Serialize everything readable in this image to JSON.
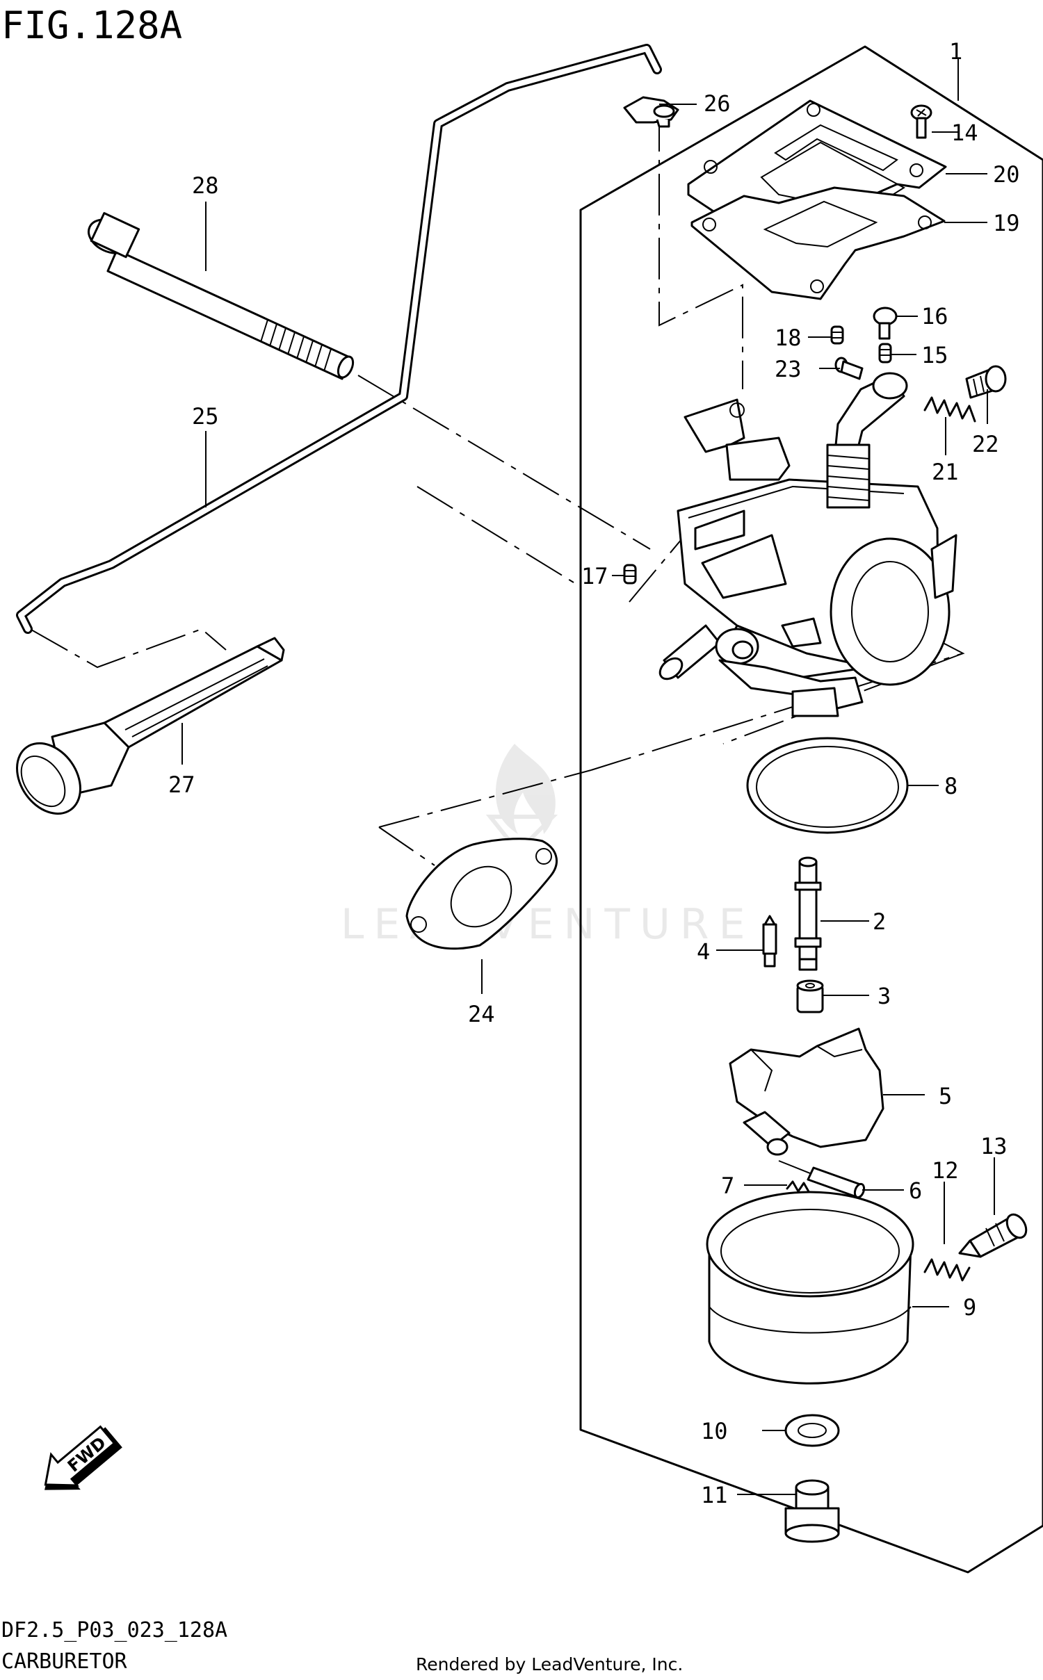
{
  "figure": {
    "title": "FIG.128A",
    "code": "DF2.5_P03_023_128A",
    "caption": "CARBURETOR",
    "footer": "Rendered by LeadVenture, Inc.",
    "watermark": "LEADVENTURE",
    "fwd_label": "FWD"
  },
  "callouts": {
    "c1": "1",
    "c2": "2",
    "c3": "3",
    "c4": "4",
    "c5": "5",
    "c6": "6",
    "c7": "7",
    "c8": "8",
    "c9": "9",
    "c10": "10",
    "c11": "11",
    "c12": "12",
    "c13": "13",
    "c14": "14",
    "c15": "15",
    "c16": "16",
    "c17": "17",
    "c18": "18",
    "c19": "19",
    "c20": "20",
    "c21": "21",
    "c22": "22",
    "c23": "23",
    "c24": "24",
    "c25": "25",
    "c26": "26",
    "c27": "27",
    "c28": "28"
  }
}
